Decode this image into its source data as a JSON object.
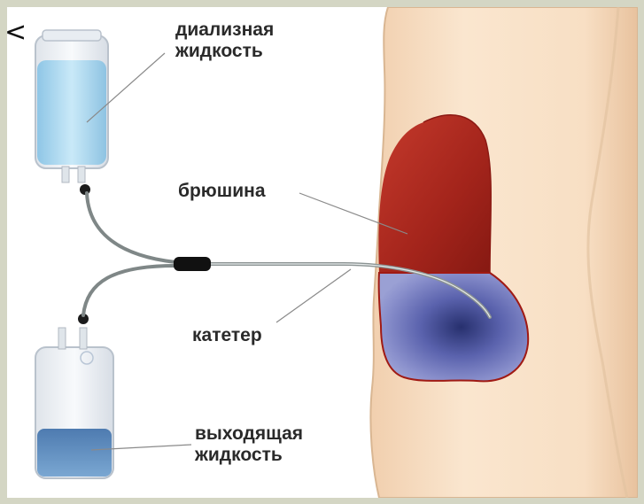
{
  "labels": {
    "dialysis_fluid": {
      "line1": "диализная",
      "line2": "жидкость"
    },
    "peritoneum": "брюшина",
    "catheter": "катетер",
    "outflow_fluid": {
      "line1": "выходящая",
      "line2": "жидкость"
    }
  },
  "colors": {
    "page_border": "#d4d6c4",
    "skin": "#f6dcc0",
    "peritoneum": "#a8231b",
    "fluid_in_body": "#6a72b8",
    "fluid_in_bag": "#a8d6ee",
    "outflow_fluid": "#4f7eb2",
    "tube": "#8a9090"
  },
  "stray_mark": "<"
}
